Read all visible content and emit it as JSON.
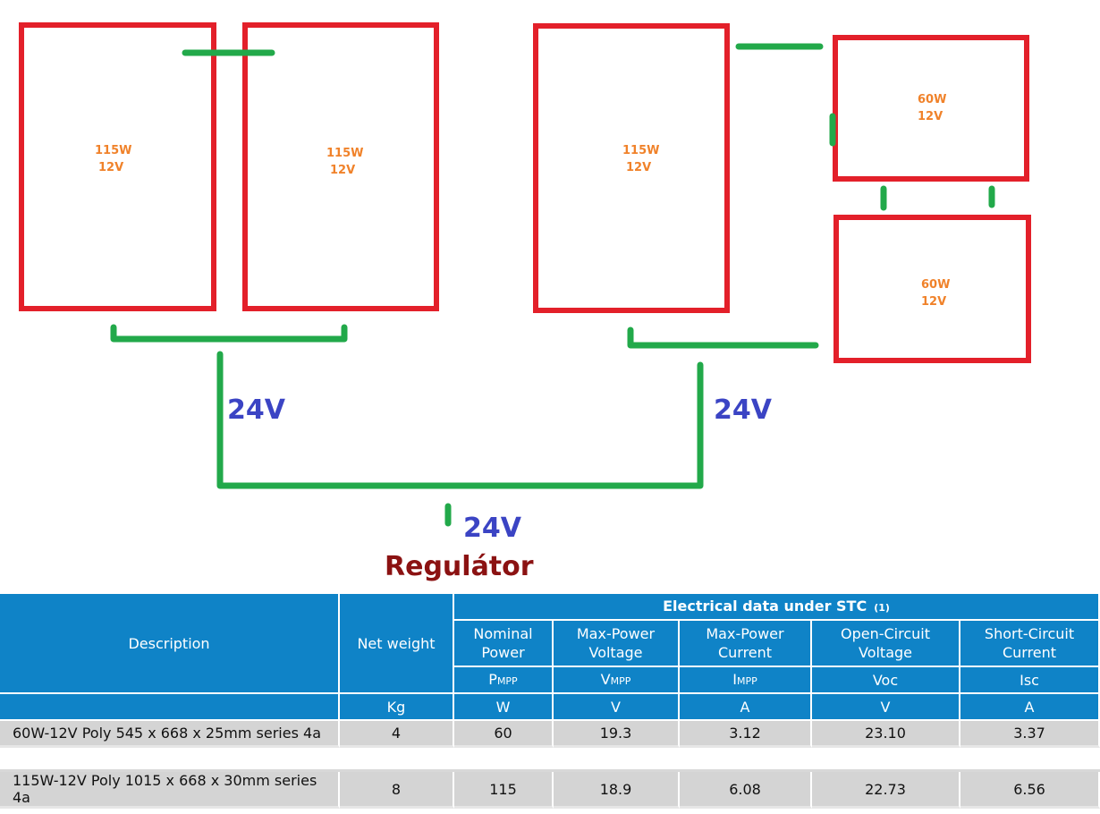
{
  "diagram": {
    "panels": [
      {
        "power": "115W",
        "voltage": "12V"
      },
      {
        "power": "115W",
        "voltage": "12V"
      },
      {
        "power": "115W",
        "voltage": "12V"
      },
      {
        "power": "60W",
        "voltage": "12V"
      },
      {
        "power": "60W",
        "voltage": "12V"
      }
    ],
    "left_group_voltage": "24V",
    "right_group_voltage": "24V",
    "output_voltage": "24V",
    "regulator_label": "Regulátor"
  },
  "table": {
    "header": {
      "description": "Description",
      "net_weight": "Net weight",
      "group_title": "Electrical data under STC",
      "group_note": "(1)",
      "columns": [
        {
          "line1": "Nominal",
          "line2": "Power",
          "sym_main": "P",
          "sym_sub": "MPP",
          "unit": "W"
        },
        {
          "line1": "Max-Power",
          "line2": "Voltage",
          "sym_main": "V",
          "sym_sub": "MPP",
          "unit": "V"
        },
        {
          "line1": "Max-Power",
          "line2": "Current",
          "sym_main": "I",
          "sym_sub": "MPP",
          "unit": "A"
        },
        {
          "line1": "Open-Circuit",
          "line2": "Voltage",
          "sym_main": "Voc",
          "sym_sub": "",
          "unit": "V"
        },
        {
          "line1": "Short-Circuit",
          "line2": "Current",
          "sym_main": "Isc",
          "sym_sub": "",
          "unit": "A"
        }
      ],
      "weight_unit": "Kg"
    },
    "rows": [
      {
        "description": "60W-12V Poly 545 x 668 x 25mm series 4a",
        "weight": "4",
        "pmpp": "60",
        "vmpp": "19.3",
        "impp": "3.12",
        "voc": "23.10",
        "isc": "3.37"
      },
      {
        "description": "115W-12V Poly 1015 x 668 x 30mm series 4a",
        "weight": "8",
        "pmpp": "115",
        "vmpp": "18.9",
        "impp": "6.08",
        "voc": "22.73",
        "isc": "6.56"
      }
    ]
  },
  "colors": {
    "panel_border": "#e3202a",
    "wire": "#22a94a",
    "panel_text": "#f0822a",
    "voltage_text": "#3b44c4",
    "regulator_text": "#8b1212",
    "table_header_bg": "#0f83c7",
    "table_row_bg": "#d4d4d4"
  }
}
